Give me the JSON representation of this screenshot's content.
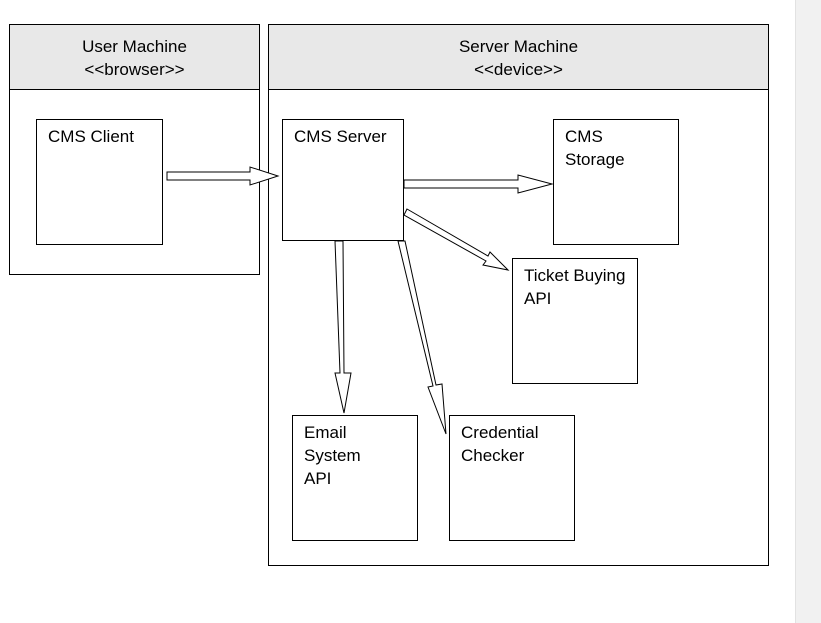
{
  "diagram": {
    "nodes": {
      "user_machine": {
        "name": "User Machine",
        "stereotype": "<<browser>>"
      },
      "server_machine": {
        "name": "Server Machine",
        "stereotype": "<<device>>"
      }
    },
    "components": {
      "cms_client": {
        "lines": [
          "CMS Client"
        ]
      },
      "cms_server": {
        "lines": [
          "CMS Server"
        ]
      },
      "cms_storage": {
        "lines": [
          "CMS",
          "Storage"
        ]
      },
      "ticket_buying_api": {
        "lines": [
          "Ticket Buying",
          "API"
        ]
      },
      "email_system_api": {
        "lines": [
          "Email",
          "System",
          "API"
        ]
      },
      "credential_checker": {
        "lines": [
          "Credential",
          "Checker"
        ]
      }
    },
    "connections": [
      {
        "from": "CMS Client",
        "to": "CMS Server"
      },
      {
        "from": "CMS Server",
        "to": "CMS Storage"
      },
      {
        "from": "CMS Server",
        "to": "Ticket Buying API"
      },
      {
        "from": "CMS Server",
        "to": "Email System API"
      },
      {
        "from": "CMS Server",
        "to": "Credential Checker"
      }
    ],
    "colors": {
      "header_fill": "#e8e8e8",
      "stroke": "#000000",
      "arrow_fill": "#ffffff"
    }
  }
}
